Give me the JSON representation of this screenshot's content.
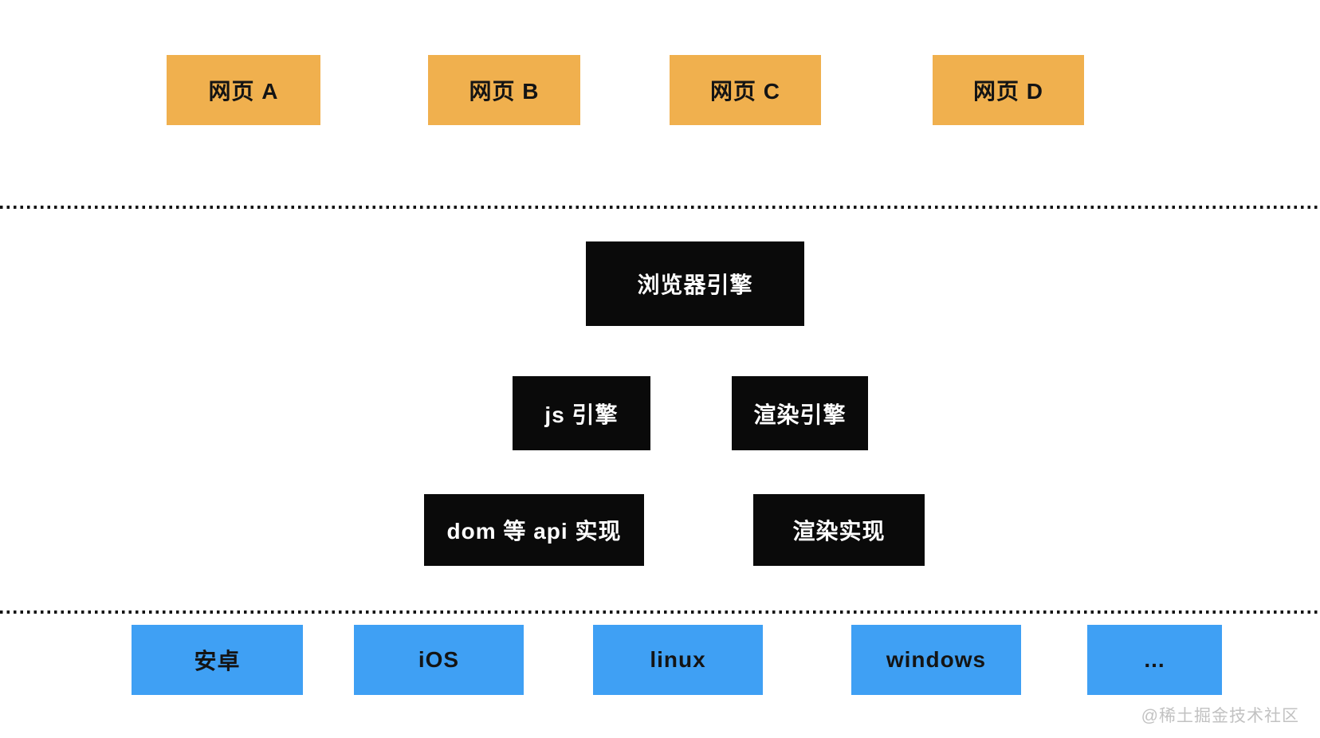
{
  "layers": {
    "webpages": {
      "items": [
        {
          "label": "网页 A"
        },
        {
          "label": "网页 B"
        },
        {
          "label": "网页 C"
        },
        {
          "label": "网页 D"
        }
      ]
    },
    "browser_engine": {
      "label": "浏览器引擎"
    },
    "engines": {
      "items": [
        {
          "label": "js 引擎"
        },
        {
          "label": "渲染引擎"
        }
      ]
    },
    "implementations": {
      "items": [
        {
          "label": "dom 等 api 实现"
        },
        {
          "label": "渲染实现"
        }
      ]
    },
    "platforms": {
      "items": [
        {
          "label": "安卓"
        },
        {
          "label": "iOS"
        },
        {
          "label": "linux"
        },
        {
          "label": "windows"
        },
        {
          "label": "..."
        }
      ]
    }
  },
  "watermark": "@稀土掘金技术社区",
  "colors": {
    "webpage_bg": "#F0B04E",
    "engine_bg": "#0A0A0A",
    "platform_bg": "#3FA0F4",
    "dot_color": "#141414",
    "watermark_color": "#C2C2C2"
  }
}
